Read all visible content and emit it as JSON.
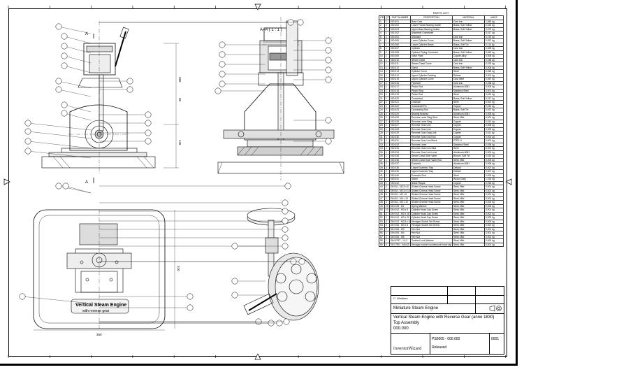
{
  "section_label": "A–A ( 1 : 1 )",
  "cut_label_a": "A",
  "plate_text_line1": "Vertical Steam Engine",
  "plate_text_line2": "with reverse gear",
  "dimensions": [
    "365",
    "95",
    "145",
    "310",
    "350"
  ],
  "parts_list": {
    "title": "PARTS LIST",
    "columns": [
      "ITEM",
      "QTY",
      "PART NUMBER",
      "DESCRIPTION",
      "MATERIAL",
      "MASS"
    ],
    "rows": [
      [
        "1",
        "1",
        "000.001",
        "Base Cast",
        "Cast Iron",
        "1,863 kg"
      ],
      [
        "2",
        "2",
        "000.002",
        "Lower Frame Bearing Holder",
        "Brass, Soft Yellow",
        "0,023 kg"
      ],
      [
        "3",
        "2",
        "000.003",
        "Upper Base Bearing Holder",
        "Brass, Soft Yellow",
        "0,073 kg"
      ],
      [
        "4",
        "1",
        "001.002",
        "Assembly Crankshaft",
        "",
        "0,417 kg"
      ],
      [
        "5",
        "1",
        "000.004",
        "Standard",
        "Cast Iron",
        "0,276 kg"
      ],
      [
        "6",
        "1",
        "000.005",
        "Lower Cylinder Cover",
        "Brass, Soft Yellow",
        "0,097 kg"
      ],
      [
        "7",
        "1",
        "000.006",
        "Lower Cylinder Beam",
        "Brass, Soft Tin",
        "0,114 kg"
      ],
      [
        "8",
        "1",
        "000.007",
        "Cylinder",
        "Cast Iron",
        "0,339 kg"
      ],
      [
        "9",
        "2",
        "000.008",
        "Cylinder Piping Connector",
        "Brass, Soft Yellow",
        "0,062 kg"
      ],
      [
        "10",
        "1",
        "000.009",
        "Valve Plate",
        "Copper Alloy",
        "0,008 kg"
      ],
      [
        "11",
        "1",
        "000.010",
        "Steam Chest",
        "Cast Iron",
        "0,186 kg"
      ],
      [
        "12",
        "1",
        "000.011",
        "Steam Chest Cover",
        "Cast Iron",
        "0,033 kg"
      ],
      [
        "13",
        "1",
        "000.012",
        "Gland",
        "Brass, Soft Yellow",
        "0,006 kg"
      ],
      [
        "14",
        "1",
        "000.013",
        "Cylinder Cover",
        "Steel",
        "0,063 kg"
      ],
      [
        "15",
        "1",
        "000.014",
        "Upper Cylinder Packing",
        "Rubber",
        "0,001 kg"
      ],
      [
        "16",
        "1",
        "000.015",
        "Upper Cylinder Cover",
        "Cast Steel",
        "0,057 kg"
      ],
      [
        "17",
        "1",
        "000.016",
        "Flywheel",
        "Cast Iron",
        "2,438 kg"
      ],
      [
        "18",
        "1",
        "000.017",
        "Piston Rod",
        "Aluminum-6061",
        "0,009 kg"
      ],
      [
        "19",
        "1",
        "000.018",
        "Piston Ring",
        "Stainless Steel",
        "0,001 kg"
      ],
      [
        "20",
        "1",
        "000.019",
        "Piston Rod",
        "Steel",
        "0,014 kg"
      ],
      [
        "21",
        "1",
        "000.020",
        "Crosshead",
        "Brass, Soft Yellow",
        "0,017 kg"
      ],
      [
        "22",
        "1",
        "000.021",
        "Crankpin",
        "Steel",
        "0,001 kg"
      ],
      [
        "23",
        "1",
        "000.022",
        "Crankshaft Pin",
        "Copper",
        "0,010 kg"
      ],
      [
        "24",
        "2",
        "000.023",
        "Connecting Rod",
        "Brass, Soft Tin",
        "0,037 kg"
      ],
      [
        "25",
        "2",
        "000.024",
        "Bearing Brasses",
        "Aluminum-6061",
        "0,005 kg"
      ],
      [
        "26",
        "2",
        "000.025",
        "Reverse Lever Ring Stud",
        "Steel, Mild",
        "0,001 kg"
      ],
      [
        "27",
        "2",
        "000.026",
        "Reverse Lever Ring",
        "Copper",
        "0,014 kg"
      ],
      [
        "28",
        "1",
        "000.027",
        "Reverse Gear Link",
        "Copper",
        "0,008 kg"
      ],
      [
        "29",
        "1",
        "000.028",
        "Reverse Gear Link",
        "Copper",
        "0,009 kg"
      ],
      [
        "30",
        "1",
        "000.029",
        "Reverse Gear Drag Link",
        "Copper",
        "0,011 kg"
      ],
      [
        "31",
        "1",
        "000.030",
        "Reverse Gear Link Rod",
        "Copper",
        "0,004 kg"
      ],
      [
        "32",
        "1",
        "000.031",
        "Reverse Gear Link Block",
        "PTFE-H",
        "0,001 kg"
      ],
      [
        "33",
        "1",
        "000.032",
        "Reverse Lever",
        "Stainless Steel",
        "0,038 kg"
      ],
      [
        "34",
        "1",
        "000.033",
        "Reverse Gear Link Stud",
        "Steel",
        "0,001 kg"
      ],
      [
        "35",
        "1",
        "000.034",
        "Reverse Gear Link Lever",
        "Aluminum-6061",
        "0,004 kg"
      ],
      [
        "36",
        "1",
        "000.035",
        "Steam Chest Slide Valve",
        "Bronze, Soft Tin",
        "0,020 kg"
      ],
      [
        "37",
        "1",
        "000.036",
        "Steam Chest Slide Valve Rod",
        "Steel, Mild",
        "0,003 kg"
      ],
      [
        "38",
        "2",
        "000.037",
        "Eccentric",
        "Aluminum-6061",
        "0,006 kg"
      ],
      [
        "39",
        "2",
        "000.038",
        "Lower Eccentric Trap",
        "Default",
        "0,007 kg"
      ],
      [
        "40",
        "2",
        "000.039",
        "Upper Eccentric Trap",
        "Default",
        "0,007 kg"
      ],
      [
        "41",
        "2",
        "000.040",
        "Eccentric Rod",
        "Steel",
        "0,004 kg"
      ],
      [
        "42",
        "1",
        "000.041",
        "Stand",
        "Wood (Oak)",
        "1,234 kg"
      ],
      [
        "43",
        "1",
        "000.042",
        "Brass Plaque",
        "Copper",
        "0,018 kg"
      ],
      [
        "44",
        "4",
        "DIN 84 - M2,5 x 6",
        "Slotted Cheese Head Screw",
        "Steel, Mild",
        "0,001 kg"
      ],
      [
        "45",
        "2",
        "DIN 84 - M2,5 x 10",
        "Slotted Cheese Head Screw",
        "Steel, Mild",
        "0,001 kg"
      ],
      [
        "46",
        "8",
        "DIN 84 - M3 x 8",
        "Slotted Cheese Head Screw",
        "Steel, Mild",
        "0,001 kg"
      ],
      [
        "47",
        "2",
        "DIN 84 - M3 x 10",
        "Slotted Cheese Head Screw",
        "Steel, Mild",
        "0,001 kg"
      ],
      [
        "48",
        "4",
        "DIN 84 - M4 x 12",
        "Slotted Cheese Head Screw",
        "Steel, Mild",
        "0,002 kg"
      ],
      [
        "49",
        "24",
        "DIN 128 - A3",
        "Spring Washer",
        "Steel, Mild",
        "0,000 kg"
      ],
      [
        "50",
        "23",
        "DIN 912 - M3 x 8",
        "Cylinder Head Cap Screw",
        "Steel, Mild",
        "0,001 kg"
      ],
      [
        "51",
        "2",
        "DIN 912 - M3 x 16",
        "Cylinder Head Cap Screw",
        "Steel, Mild",
        "0,002 kg"
      ],
      [
        "52",
        "2",
        "DIN 912 - M3 x 20",
        "Cylinder Head Cap Screw",
        "Steel, Mild",
        "0,002 kg"
      ],
      [
        "53",
        "4",
        "DIN 912 - M2,5 x 6",
        "Hexagon Socket Set Screw",
        "Steel, Mild",
        "0,000 kg"
      ],
      [
        "54",
        "2",
        "DIN 916 - M3 x 8",
        "Hexagon Socket Set Screw",
        "Steel, Mild",
        "0,001 kg"
      ],
      [
        "55",
        "2",
        "DIN 934 - M3",
        "Hex Nut",
        "Steel, Mild",
        "0,001 kg"
      ],
      [
        "56",
        "1",
        "DIN 934 - M4",
        "Hex Nut",
        "Steel, Mild",
        "0,001 kg"
      ],
      [
        "57",
        "2",
        "DIN 934 - M5",
        "Hex Nut",
        "Steel, Mild",
        "0,001 kg"
      ],
      [
        "58",
        "1",
        "DIN 6797 - J 4,3",
        "Toothed Lock Washer",
        "Steel, Mild",
        "0,000 kg"
      ],
      [
        "59",
        "4",
        "DIN 7991 - M4x10",
        "Hexagon socket countersunk head cap screws",
        "Steel, Mild",
        "0,001 kg"
      ]
    ]
  },
  "title_block": {
    "drawn_by": "C. Westken",
    "project": "Miniature Steam Engine",
    "title": "Vertical Steam Engine with Reverse Gear (anno 1830)",
    "subtitle": "Top Assembly",
    "number": "000.000",
    "drawing_number": "PS0005 - 000.000",
    "status": "Released",
    "sheet": "0001",
    "logo": "InventorWizard"
  }
}
